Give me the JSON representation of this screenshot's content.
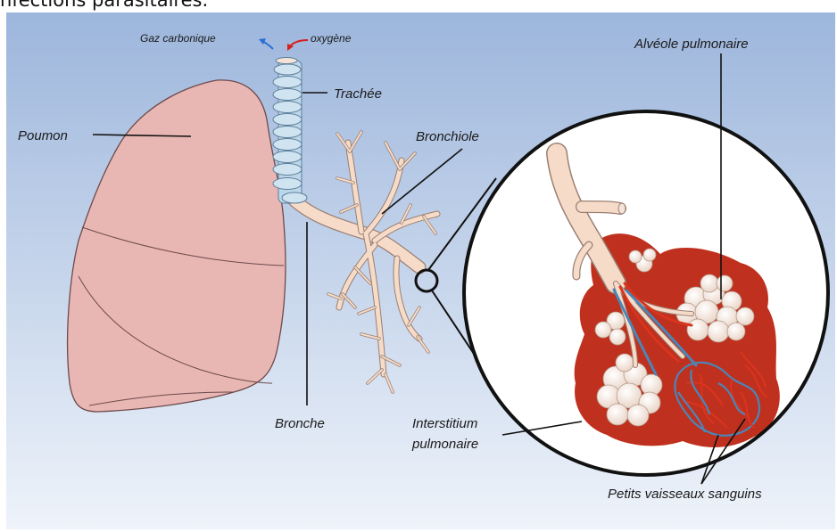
{
  "page": {
    "title_fragment": "nfections parasitaires."
  },
  "diagram": {
    "labels": {
      "gas_out": "Gaz carbonique",
      "gas_in": "oxygène",
      "trachea": "Trachée",
      "lung": "Poumon",
      "bronchiole": "Bronchiole",
      "alveolus": "Alvéole pulmonaire",
      "bronchus": "Bronche",
      "interstitium_line1": "Interstitium",
      "interstitium_line2": "pulmonaire",
      "vessels": "Petits vaisseaux sanguins"
    },
    "colors": {
      "background_top": "#9db6dc",
      "background_bottom": "#eef3fa",
      "lung_fill": "#e8b7b4",
      "lung_stroke": "#6d4a4a",
      "trachea_fill": "#bcd7ea",
      "bronchi_fill": "#f6dcc8",
      "interstitium": "#c0301e",
      "alveoli": "#f8ede4",
      "vessel_red": "#d8341e",
      "vessel_blue": "#4a86b8",
      "arrow_co2": "#2b6fd6",
      "arrow_o2": "#d61f1f"
    }
  }
}
